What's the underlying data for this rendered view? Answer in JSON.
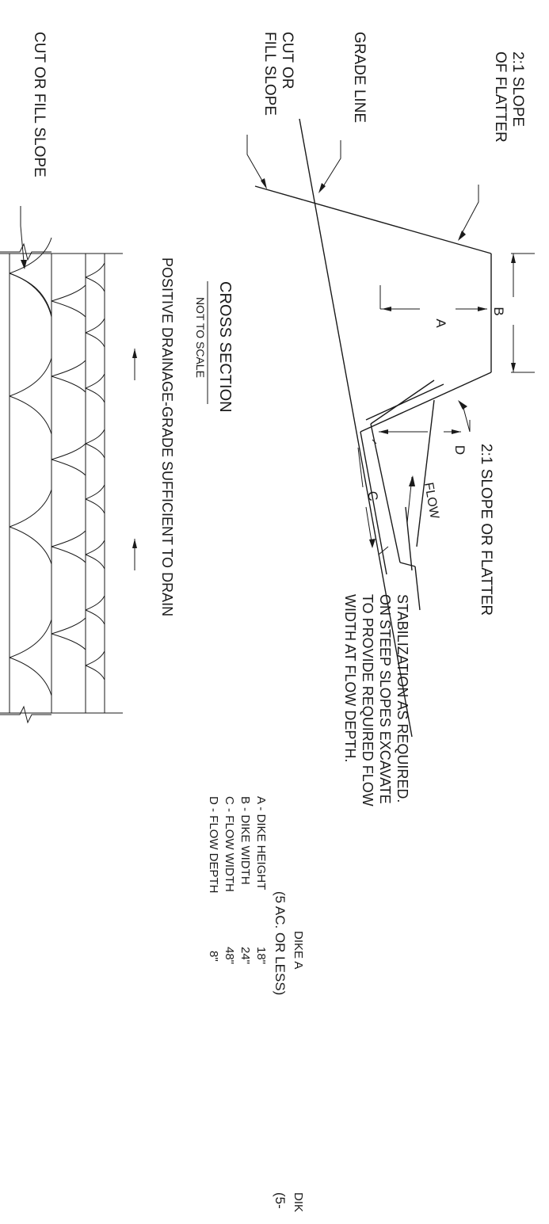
{
  "labels": {
    "slope_top_l1": "2:1 SLOPE",
    "slope_top_l2": "OF FLATTER",
    "grade_line": "GRADE LINE",
    "cut_fill_l1": "CUT OR",
    "cut_fill_l2": "FILL SLOPE",
    "cut_fill_bottom": "CUT OR FILL SLOPE",
    "dim_a": "A",
    "dim_b": "B",
    "dim_c": "C",
    "dim_d": "D",
    "slope_right": "2:1 SLOPE OR FLATTER",
    "flow": "FLOW",
    "cross_section": "CROSS SECTION",
    "not_to_scale": "NOT TO SCALE",
    "positive_drainage": "POSITIVE DRAINAGE-GRADE SUFFICIENT TO DRAIN",
    "stab_1": "STABILIZATION AS REQUIRED.",
    "stab_2": "ON STEEP SLOPES EXCAVATE",
    "stab_3": "TO PROVIDE REQUIRED FLOW",
    "stab_4": "WIDTH AT FLOW DEPTH."
  },
  "table": {
    "col1_header_l1": "DIKE A",
    "col1_header_l2": "(5 AC. OR LESS)",
    "col2_header_l1": "DIK",
    "col2_header_l2": "(5-",
    "rows": [
      {
        "label": "A - DIKE HEIGHT",
        "value": "18\""
      },
      {
        "label": "B - DIKE WIDTH",
        "value": "24\""
      },
      {
        "label": "C - FLOW WIDTH",
        "value": "48\""
      },
      {
        "label": "D - FLOW DEPTH",
        "value": "8\""
      }
    ]
  }
}
